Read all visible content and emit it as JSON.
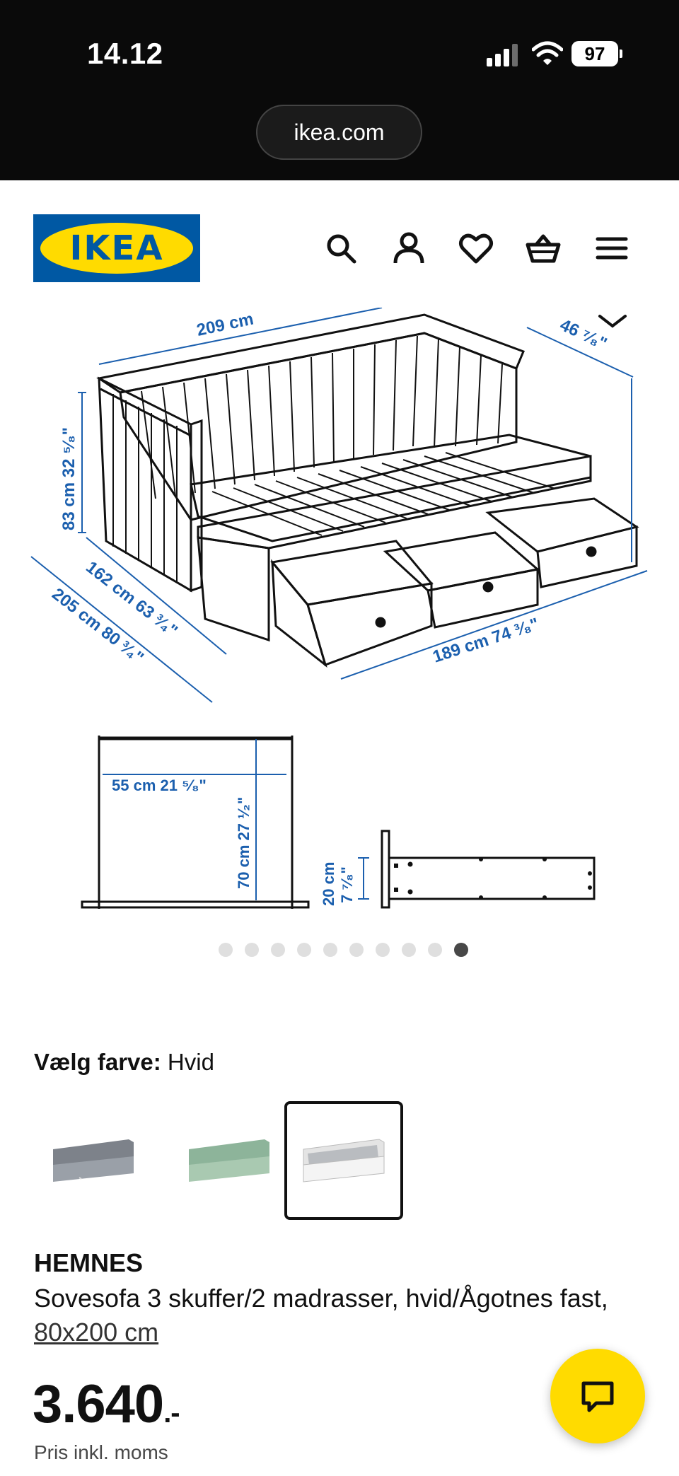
{
  "status_bar": {
    "time": "14.12",
    "battery": "97"
  },
  "browser": {
    "url": "ikea.com"
  },
  "header": {
    "logo_text": "IKEA",
    "icons": [
      "search-icon",
      "account-icon",
      "heart-icon",
      "basket-icon",
      "menu-icon"
    ]
  },
  "product_image": {
    "dimensions": {
      "width_top": "209 cm",
      "depth_side": "46 ⁷⁄₈\"",
      "height": "83 cm 32 ⁵⁄₈\"",
      "depth_closed": "162 cm 63 ³⁄₄\"",
      "depth_open": "205 cm 80 ³⁄₄\"",
      "length": "189 cm 74 ³⁄₈\"",
      "seat_width": "55 cm 21 ⁵⁄₈\"",
      "back_height": "70 cm 27 ¹⁄₂\"",
      "drawer_height_cm": "20 cm",
      "drawer_height_in": "7 ⁷⁄₈\""
    },
    "carousel": {
      "count": 10,
      "active_index": 9
    }
  },
  "color_picker": {
    "label": "Vælg farve:",
    "selected": "Hvid",
    "options": [
      {
        "name": "grey",
        "color": "#8a8f96"
      },
      {
        "name": "green",
        "color": "#9fc1a8"
      },
      {
        "name": "white",
        "color": "#e9e9e9"
      }
    ]
  },
  "product": {
    "brand": "HEMNES",
    "description": "Sovesofa 3 skuffer/2 madrasser, hvid/Ågotnes fast,",
    "size_link": "80x200 cm",
    "price": "3.640",
    "price_suffix": ".-",
    "price_info": "Pris inkl. moms"
  },
  "colors": {
    "ikea_blue": "#0058a3",
    "ikea_yellow": "#ffdb00",
    "dimension_blue": "#1b5fae"
  }
}
